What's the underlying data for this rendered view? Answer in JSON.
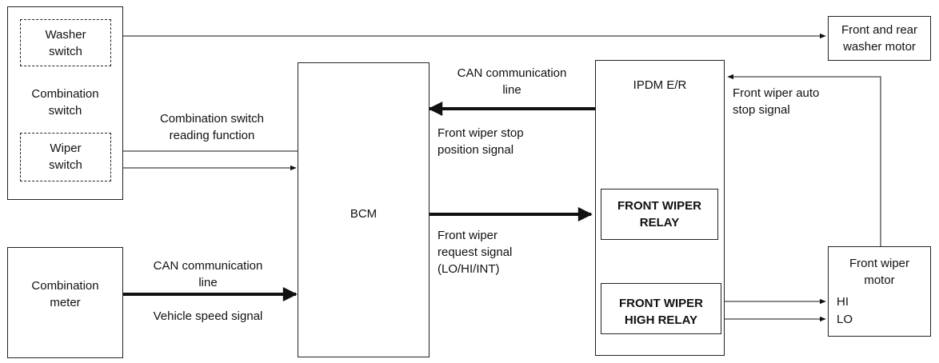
{
  "blocks": {
    "combination_switch": "Combination\nswitch",
    "washer_switch": "Washer\nswitch",
    "wiper_switch": "Wiper\nswitch",
    "combination_meter": "Combination\nmeter",
    "bcm": "BCM",
    "ipdm": "IPDM E/R",
    "front_wiper_relay": "FRONT WIPER\nRELAY",
    "front_wiper_high_relay": "FRONT WIPER\nHIGH RELAY",
    "washer_motor": "Front and rear\nwasher motor",
    "wiper_motor": "Front wiper\nmotor",
    "motor_hi": "HI",
    "motor_lo": "LO"
  },
  "signals": {
    "can_top": "CAN communication\nline",
    "can_bottom": "CAN communication\nline",
    "stop_position": "Front wiper stop\nposition signal",
    "switch_reading": "Combination switch\nreading function",
    "request_signal": "Front wiper\nrequest signal\n(LO/HI/INT)",
    "vehicle_speed": "Vehicle speed signal",
    "auto_stop": "Front wiper auto\nstop signal"
  }
}
